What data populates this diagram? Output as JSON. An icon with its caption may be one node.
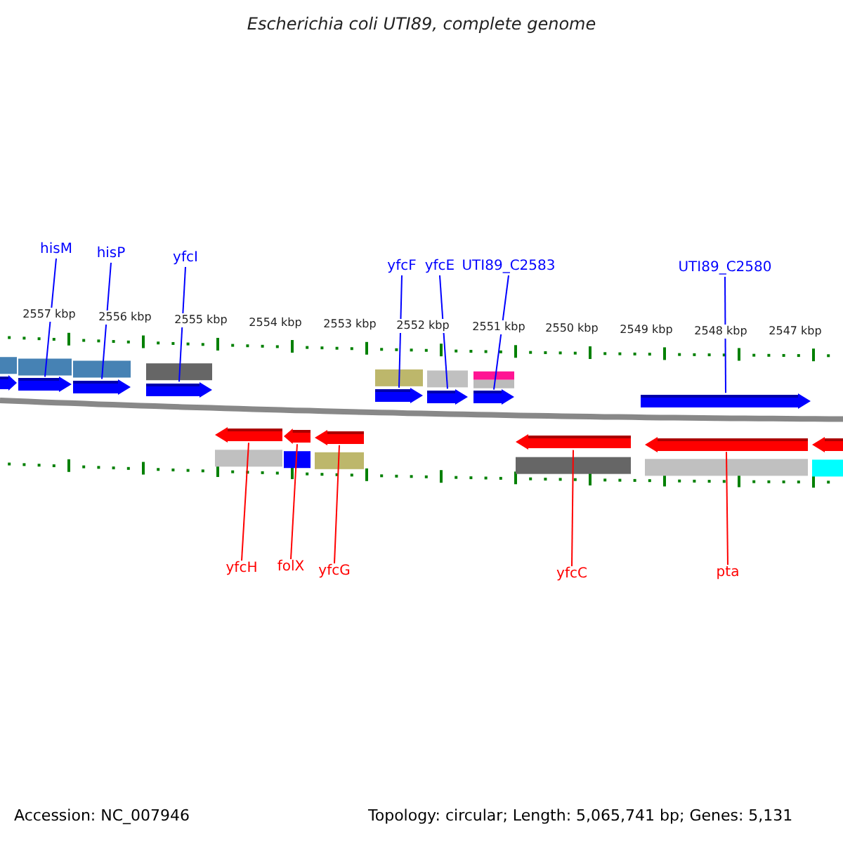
{
  "diagram": {
    "title": "Escherichia coli UTI89, complete genome",
    "nodes": [
      {
        "text": [
          "hisM"
        ]
      },
      {
        "text": [
          "hisP"
        ]
      },
      {
        "text": [
          "yfcI"
        ]
      },
      {
        "text": [
          "yfcF"
        ]
      },
      {
        "text": [
          "yfcE"
        ]
      },
      {
        "text": [
          "UTI89_C2583"
        ]
      },
      {
        "text": [
          "UTI89_C2580"
        ]
      },
      {
        "text": [
          "yfcH"
        ]
      },
      {
        "text": [
          "folX"
        ]
      },
      {
        "text": [
          "yfcG"
        ]
      },
      {
        "text": [
          "yfcC"
        ]
      },
      {
        "text": [
          "pta"
        ]
      },
      {
        "text": [],
        "shape": "arrow"
      },
      {
        "text": [],
        "shape": "arrow"
      },
      {
        "text": [],
        "shape": "arrow"
      },
      {
        "text": [],
        "shape": "arrow"
      },
      {
        "text": [],
        "shape": "arrow"
      },
      {
        "text": [],
        "shape": "arrow"
      },
      {
        "text": [],
        "shape": "arrow"
      },
      {
        "text": [],
        "shape": "arrow"
      },
      {
        "text": [],
        "shape": "arrow"
      },
      {
        "text": [],
        "shape": "arrow"
      },
      {
        "text": [],
        "shape": "arrow"
      },
      {
        "text": [],
        "shape": "arrow"
      },
      {
        "text": [],
        "shape": "arrow"
      },
      {
        "text": [],
        "shape": "arrow"
      }
    ],
    "edges": [
      {
        "from": 0,
        "to": 13,
        "arrow": "none"
      },
      {
        "from": 1,
        "to": 14,
        "arrow": "none"
      },
      {
        "from": 2,
        "to": 15,
        "arrow": "none"
      },
      {
        "from": 3,
        "to": 16,
        "arrow": "none"
      },
      {
        "from": 4,
        "to": 17,
        "arrow": "none"
      },
      {
        "from": 5,
        "to": 18,
        "arrow": "none"
      },
      {
        "from": 6,
        "to": 19,
        "arrow": "none"
      },
      {
        "from": 7,
        "to": 20,
        "arrow": "none",
        "color": "#ff0000"
      },
      {
        "from": 8,
        "to": 21,
        "arrow": "none",
        "color": "#ff0000"
      },
      {
        "from": 9,
        "to": 22,
        "arrow": "none",
        "color": "#ff0000"
      },
      {
        "from": 10,
        "to": 23,
        "arrow": "none",
        "color": "#ff0000"
      },
      {
        "from": 11,
        "to": 24,
        "arrow": "none",
        "color": "#ff0000"
      }
    ],
    "labels": [
      "2557 kbp",
      "2556 kbp",
      "2555 kbp",
      "2554 kbp",
      "2553 kbp",
      "2552 kbp",
      "2551 kbp",
      "2550 kbp",
      "2549 kbp",
      "2548 kbp",
      "2547 kbp",
      "Accession: NC_007946",
      "Topology: circular; Length: 5,065,741 bp; Genes: 5,131"
    ]
  }
}
